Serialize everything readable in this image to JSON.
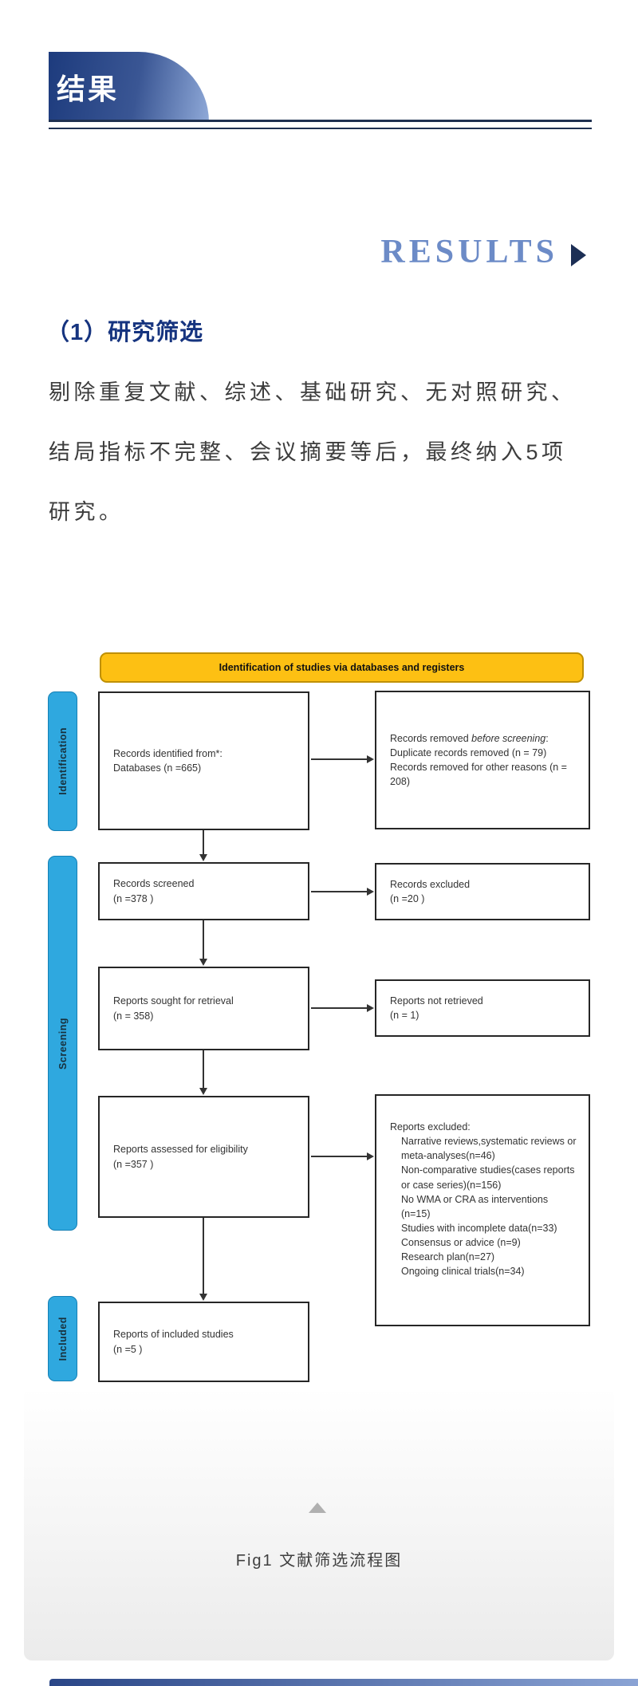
{
  "header": {
    "banner_title": "结果",
    "section_label_en": "RESULTS"
  },
  "section": {
    "heading": "（1）研究筛选",
    "paragraph_lines": [
      "剔除重复文献、综述、基础研究、无对照研究、",
      "结局指标不完整、会议摘要等后，最终纳入5项",
      "研究。"
    ]
  },
  "flowchart": {
    "title": "Identification of studies via databases and registers",
    "side_labels": {
      "identification": "Identification",
      "screening": "Screening",
      "included": "Included"
    },
    "left_boxes": {
      "identified": {
        "lines": [
          "Records identified from*:",
          "Databases (n =665)"
        ]
      },
      "screened": {
        "lines": [
          "Records screened",
          "(n =378 )"
        ]
      },
      "sought": {
        "lines": [
          "Reports sought for retrieval",
          "(n = 358)"
        ]
      },
      "assessed": {
        "lines": [
          "Reports assessed for eligibility",
          "(n =357 )"
        ]
      },
      "included": {
        "lines": [
          "Reports of included studies",
          "(n =5 )"
        ]
      }
    },
    "right_boxes": {
      "removed": {
        "pre": "Records removed ",
        "italic": "before screening",
        "post": ":",
        "lines": [
          "Duplicate records removed  (n = 79)",
          "Records removed for other reasons (n = 208)"
        ]
      },
      "excluded_records": {
        "lines": [
          "Records excluded",
          "(n =20 )"
        ]
      },
      "not_retrieved": {
        "lines": [
          "Reports not retrieved",
          "(n = 1)"
        ]
      },
      "excluded_reports": {
        "header": "Reports excluded:",
        "items": [
          "Narrative reviews,systematic reviews or meta-analyses(n=46)",
          "Non-comparative studies(cases reports or case series)(n=156)",
          "No WMA or CRA as interventions (n=15)",
          "Studies with incomplete data(n=33)",
          "Consensus or advice (n=9)",
          "Research plan(n=27)",
          "Ongoing clinical trials(n=34)"
        ]
      }
    }
  },
  "figure": {
    "caption": "Fig1 文献筛选流程图"
  },
  "colors": {
    "banner_dark": "#1d3b7d",
    "banner_light": "#8fa9d8",
    "rule_navy": "#1e3050",
    "results_blue": "#6c8bc7",
    "heading_blue": "#16347f",
    "flow_title_fill": "#fdc013",
    "flow_title_border": "#bf9000",
    "side_label_fill": "#2fa8df",
    "box_border": "#262626",
    "arrow": "#333333"
  }
}
